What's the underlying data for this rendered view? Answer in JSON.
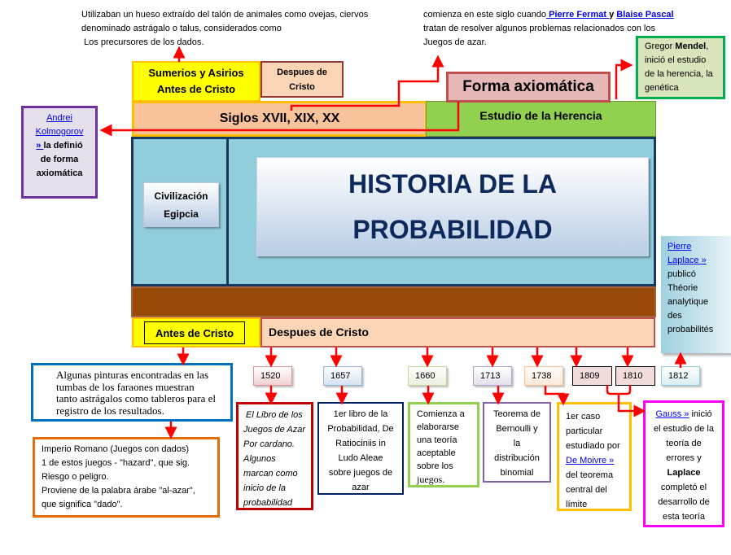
{
  "title": {
    "line1": "HISTORIA DE LA",
    "line2": "PROBABILIDAD"
  },
  "top_notes": {
    "astragalo": {
      "line1": "Utilizaban un hueso extraído del talón de animales como ovejas, ciervos",
      "line2": "denominado astrágalo o talus,  considerados como",
      "line3": " Los precursores de los dados."
    },
    "fermat_pascal": {
      "prefix": "comienza  en este siglo cuando",
      "link1": " Pierre Fermat ",
      "mid": "y",
      "link2": "Blaise Pascal",
      "line2": "tratan de resolver algunos problemas relacionados con los",
      "line3": "Juegos de azar."
    }
  },
  "mendel_note": {
    "line1_prefix": "Gregor ",
    "line1_bold": "Mendel",
    "line1_suffix": ",",
    "line2": "inició el estudio",
    "line3": "de la herencia, la",
    "line4": "genética"
  },
  "kolmogorov_note": {
    "link1": "Andrei",
    "link2": "Kolmogorov",
    "link3": "» ",
    "line3_rest": "la definió",
    "line4": "de forma",
    "line5": "axiomática"
  },
  "headers": {
    "sumerios": {
      "line1": "Sumerios y Asirios",
      "line2": "Antes de Cristo"
    },
    "despues_small": {
      "line1": "Despues de",
      "line2": "Cristo"
    },
    "forma_axiomatica": "Forma axiomática",
    "siglos": "Siglos XVII, XIX, XX",
    "herencia": "Estudio de la Herencia",
    "egipcia": {
      "line1": "Civilización",
      "line2": "Egipcia"
    },
    "antes": "Antes de Cristo",
    "despues": "Despues de Cristo"
  },
  "laplace_note": {
    "link1": "Pierre",
    "link2": "Laplace »",
    "line3": "publicó",
    "line4": "Théorie",
    "line5": "analytique",
    "line6": "des",
    "line7": "probabilités"
  },
  "years": [
    {
      "label": "1520",
      "color": "#f2d0d0",
      "border": "#d99594"
    },
    {
      "label": "1657",
      "color": "#d6e3f2",
      "border": "#95b3d7"
    },
    {
      "label": "1660",
      "color": "#ebf1de",
      "border": "#c3d69b"
    },
    {
      "label": "1713",
      "color": "#e6e0ec",
      "border": "#b2a1c7"
    },
    {
      "label": "1738",
      "color": "#fde9d9",
      "border": "#fac090"
    },
    {
      "label": "1809",
      "color": "#f2dcdb",
      "border": "#000000"
    },
    {
      "label": "1810",
      "color": "#f2dcdb",
      "border": "#000000"
    },
    {
      "label": "1812",
      "color": "#dbeef3",
      "border": "#92cddc"
    }
  ],
  "egypt_note": {
    "line1": "Algunas pinturas encontradas en las",
    "line2": "tumbas de los faraones muestran",
    "line3": "tanto astrágalos como tableros para el",
    "line4": "registro de los resultados."
  },
  "roman_note": {
    "line1": "Imperio Romano (Juegos con dados)",
    "line2": "1 de estos juegos - \"hazard\", que  sig.",
    "line3": "Riesgo o peligro.",
    "line4": "Proviene de la palabra árabe \"al-azar\",",
    "line5": "que significa \"dado\"."
  },
  "cardano_note": {
    "line1": " El Libro de los",
    "line2": "Juegos de Azar",
    "line3": "Por cardano.",
    "line4": "Algunos",
    "line5": "marcan como",
    "line6": "inicio de la",
    "line7": "probabilidad"
  },
  "huygens_note": {
    "line1": "1er libro de la",
    "line2": "Probabilidad, De",
    "line3": "Ratiociniis in",
    "line4": "Ludo Aleae",
    "line5": "sobre juegos de",
    "line6": "azar"
  },
  "theory_note": {
    "line1": "Comienza a",
    "line2": "elaborarse",
    "line3": "una teoría",
    "line4": "aceptable",
    "line5": "sobre los",
    "line6": "juegos."
  },
  "bernoulli_note": {
    "line1": "Teorema de",
    "line2": "Bernoulli y",
    "line3": "la",
    "line4": "distribución",
    "line5": "binomial"
  },
  "moivre_note": {
    "line1": "1er caso",
    "line2": "particular",
    "line3": "estudiado por",
    "link": "De Moivre »",
    "line5": "del teorema",
    "line6": "central del",
    "line7": "límite"
  },
  "gauss_note": {
    "link": "Gauss »",
    "line1_rest": " inició",
    "line2": "el estudio de la",
    "line3": "teoría de",
    "line4": "errores y",
    "line5_bold": "Laplace",
    "line6": "completó el",
    "line7": "desarrollo de",
    "line8": "esta teoría"
  }
}
